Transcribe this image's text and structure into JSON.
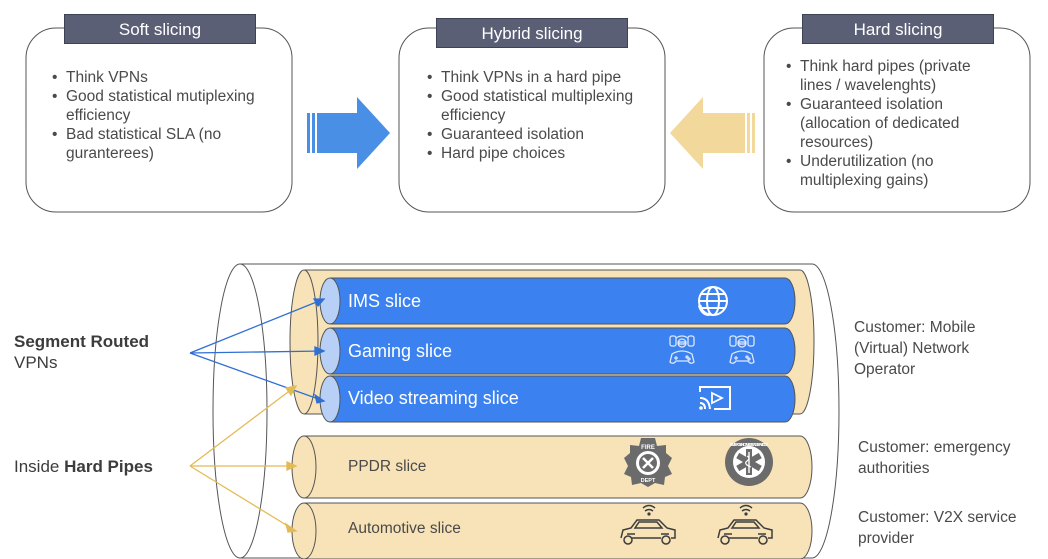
{
  "categories": [
    {
      "title": "Soft slicing",
      "items": [
        "Think VPNs",
        "Good statistical mutiplexing efficiency",
        "Bad statistical SLA (no guranterees)"
      ]
    },
    {
      "title": "Hybrid slicing",
      "items": [
        "Think VPNs in a hard pipe",
        "Good statistical multiplexing efficiency",
        "Guaranteed isolation",
        "Hard pipe choices"
      ]
    },
    {
      "title": "Hard slicing",
      "items": [
        "Think hard pipes (private lines / wavelenghts)",
        "Guaranteed isolation (allocation of dedicated resources)",
        "Underutilization (no multiplexing gains)"
      ]
    }
  ],
  "colors": {
    "vpn_blue": "#3b82f0",
    "pipe_tan": "#f7e3b7",
    "title_bg": "#5b5f76",
    "arrow_blue": "#4a8fe6",
    "arrow_yellow": "#f2d89a"
  },
  "left_labels": {
    "sr_bold": "Segment Routed",
    "sr_rest": "VPNs",
    "hp_prefix": "Inside ",
    "hp_bold": "Hard Pipes"
  },
  "slices": {
    "ims": "IMS slice",
    "gaming": "Gaming slice",
    "video": "Video streaming slice",
    "ppdr": "PPDR slice",
    "automotive": "Automotive slice"
  },
  "customers": {
    "mobile": "Customer: Mobile (Virtual) Network Operator",
    "emergency": "Customer: emergency authorities",
    "v2x": "Customer: V2X service provider"
  },
  "badges": {
    "fire_top": "FIRE",
    "fire_bottom": "DEPT",
    "ems": "EMERGENCY MEDICAL SERVICES"
  }
}
